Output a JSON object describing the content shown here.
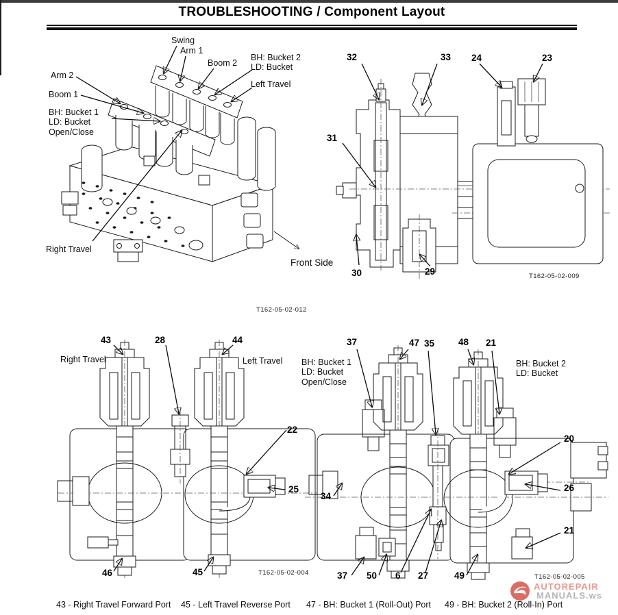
{
  "page": {
    "title": "TROUBLESHOOTING / Component Layout"
  },
  "fig012": {
    "fig_no": "T162-05-02-012",
    "labels": {
      "swing": "Swing",
      "arm1": "Arm 1",
      "boom2": "Boom 2",
      "bucket2": "BH: Bucket 2\nLD: Bucket",
      "left_travel": "Left Travel",
      "arm2": "Arm 2",
      "boom1": "Boom 1",
      "bucket1": "BH: Bucket 1\nLD: Bucket\nOpen/Close",
      "right_travel": "Right Travel",
      "front_side": "Front Side"
    }
  },
  "fig009": {
    "fig_no": "T162-05-02-009",
    "callouts": {
      "c32": "32",
      "c33": "33",
      "c24": "24",
      "c23": "23",
      "c31": "31",
      "c30": "30",
      "c29": "29"
    }
  },
  "fig004": {
    "fig_no": "T162-05-02-004",
    "labels": {
      "right_travel": "Right Travel",
      "left_travel": "Left Travel"
    },
    "callouts": {
      "c43": "43",
      "c28": "28",
      "c44": "44",
      "c22": "22",
      "c25": "25",
      "c46": "46",
      "c45": "45"
    }
  },
  "fig005": {
    "fig_no": "T162-05-02-005",
    "labels": {
      "bucket1": "BH: Bucket 1\nLD: Bucket\nOpen/Close",
      "bucket2": "BH: Bucket 2\nLD: Bucket"
    },
    "callouts": {
      "c37a": "37",
      "c47": "47",
      "c35": "35",
      "c48": "48",
      "c21a": "21",
      "c20": "20",
      "c26": "26",
      "c34": "34",
      "c37b": "37",
      "c50": "50",
      "c6": "6",
      "c27": "27",
      "c49": "49",
      "c21b": "21"
    }
  },
  "legend": {
    "item43": "43 -  Right Travel Forward Port",
    "item45": "45 -  Left Travel Reverse Port",
    "item47": "47 -  BH:  Bucket 1 (Roll-Out) Port",
    "item49": "49 -  BH:  Bucket 2 (Roll-In) Port"
  },
  "watermark": {
    "line1": "AUTOREPAIR",
    "line2": "MANUALS.ws",
    "accent": "#cf4a40"
  }
}
